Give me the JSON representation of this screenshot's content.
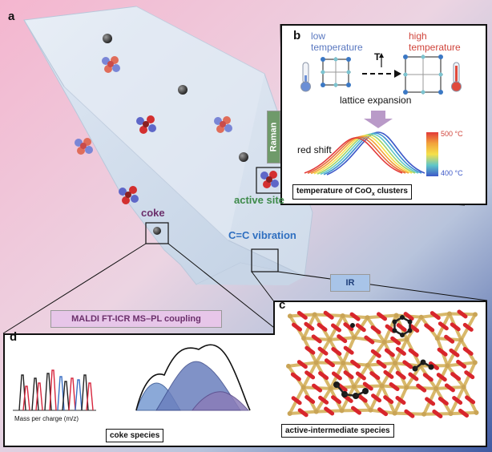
{
  "panel_letters": {
    "a": "a",
    "b": "b",
    "c": "c",
    "d": "d"
  },
  "crystal": {
    "coke_label": "coke",
    "active_site_label": "active site",
    "cc_vibration_label": "C=C vibration"
  },
  "raman_tag": "Raman",
  "ir_tag": "IR",
  "maldi_tag": "MALDI FT-ICR MS–PL coupling",
  "panel_b": {
    "low_temperature": "low\ntemperature",
    "high_temperature": "high\ntemperature",
    "t_label": "T",
    "lattice_expansion": "lattice expansion",
    "red_shift": "red shift",
    "scale_top": "500 °C",
    "scale_bottom": "400 °C",
    "caption_main": "temperature of CoO",
    "caption_sub": "x",
    "caption_end": " clusters"
  },
  "panel_c": {
    "caption": "active-intermediate species"
  },
  "panel_d": {
    "x_axis_label": "Mass per charge (m/z)",
    "caption": "coke species"
  },
  "colors": {
    "raman_fill": "#6f9a6a",
    "ir_fill": "#a8c4e8",
    "maldi_fill": "#e7c6e9",
    "coke_text": "#6b2f6b",
    "active_site_text": "#3e8a4a",
    "cc_text": "#2f6fc0",
    "low_temp_text": "#5a78c0",
    "high_temp_text": "#d0453c"
  }
}
